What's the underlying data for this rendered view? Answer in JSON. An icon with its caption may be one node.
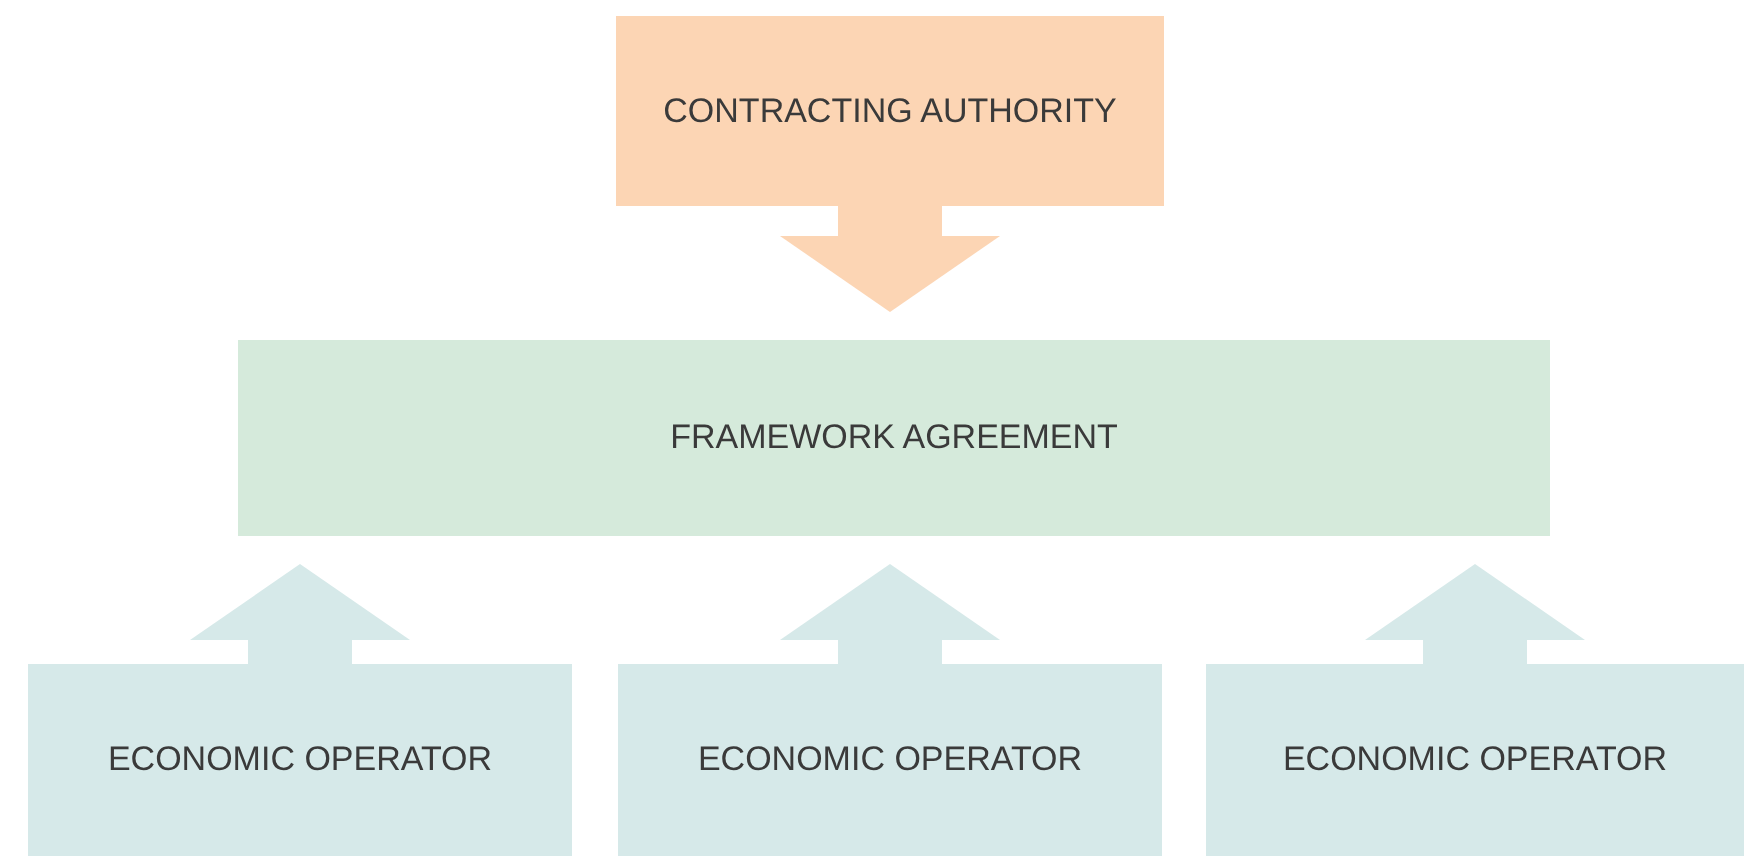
{
  "diagram": {
    "nodes": [
      {
        "text": [
          "CONTRACTING AUTHORITY"
        ]
      },
      {
        "text": [
          "FRAMEWORK AGREEMENT"
        ]
      },
      {
        "text": [
          "ECONOMIC OPERATOR"
        ]
      },
      {
        "text": [
          "ECONOMIC OPERATOR"
        ]
      },
      {
        "text": [
          "ECONOMIC OPERATOR"
        ]
      }
    ],
    "edges": [
      {
        "from": 0,
        "to": 1,
        "arrow": "to",
        "color": "#fcd5b4"
      },
      {
        "from": 2,
        "to": 1,
        "arrow": "to"
      },
      {
        "from": 3,
        "to": 1,
        "arrow": "to"
      },
      {
        "from": 4,
        "to": 1,
        "arrow": "to"
      }
    ]
  }
}
